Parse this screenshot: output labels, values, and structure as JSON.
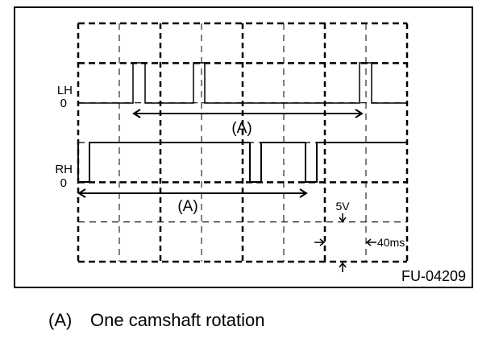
{
  "figure_id": "FU-04209",
  "channels": [
    {
      "name": "LH",
      "zero_label": "0",
      "id": "lh"
    },
    {
      "name": "RH",
      "zero_label": "0",
      "id": "rh"
    }
  ],
  "signals": {
    "lh": {
      "baseline": "low",
      "pulse_level": "high",
      "pulse_count": 3
    },
    "rh": {
      "baseline": "high",
      "pulse_level": "low",
      "pulse_count": 3
    }
  },
  "annotations": {
    "lh_span_label": "(A)",
    "rh_span_label": "(A)",
    "voltage_scale": "5V",
    "time_scale": "40ms"
  },
  "grid": {
    "columns": 8,
    "rows": 6
  },
  "legend": [
    {
      "key": "(A)",
      "text": "One camshaft rotation"
    }
  ],
  "colors": {
    "line": "#000000",
    "background": "#ffffff"
  }
}
